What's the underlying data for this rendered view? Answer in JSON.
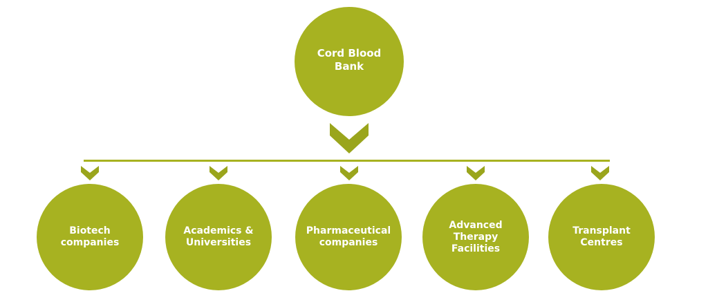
{
  "diagram": {
    "root": {
      "label": "Cord Blood\nBank"
    },
    "children": [
      {
        "label": "Biotech\ncompanies"
      },
      {
        "label": "Academics &\nUniversities"
      },
      {
        "label": "Pharmaceutical\ncompanies"
      },
      {
        "label": "Advanced\nTherapy\nFacilities"
      },
      {
        "label": "Transplant\nCentres"
      }
    ],
    "colors": {
      "node_fill": "#a7b221",
      "text": "#ffffff",
      "connector": "#a7b221"
    }
  }
}
